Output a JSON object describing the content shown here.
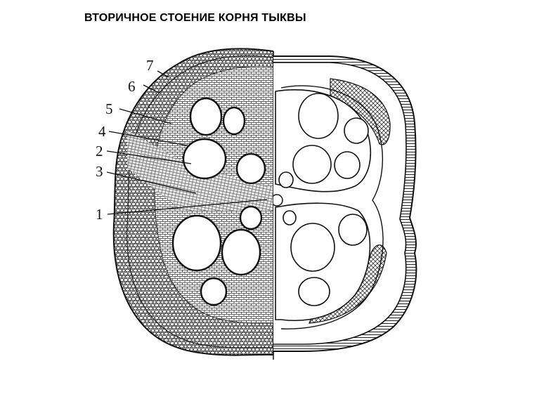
{
  "title": "ВТОРИЧНОЕ СТОЕНИЕ КОРНЯ ТЫКВЫ",
  "labels": [
    "1",
    "2",
    "3",
    "4",
    "5",
    "6",
    "7"
  ],
  "colors": {
    "ink": "#111111",
    "background": "#ffffff",
    "cell_fill": "#f4f4f4"
  }
}
